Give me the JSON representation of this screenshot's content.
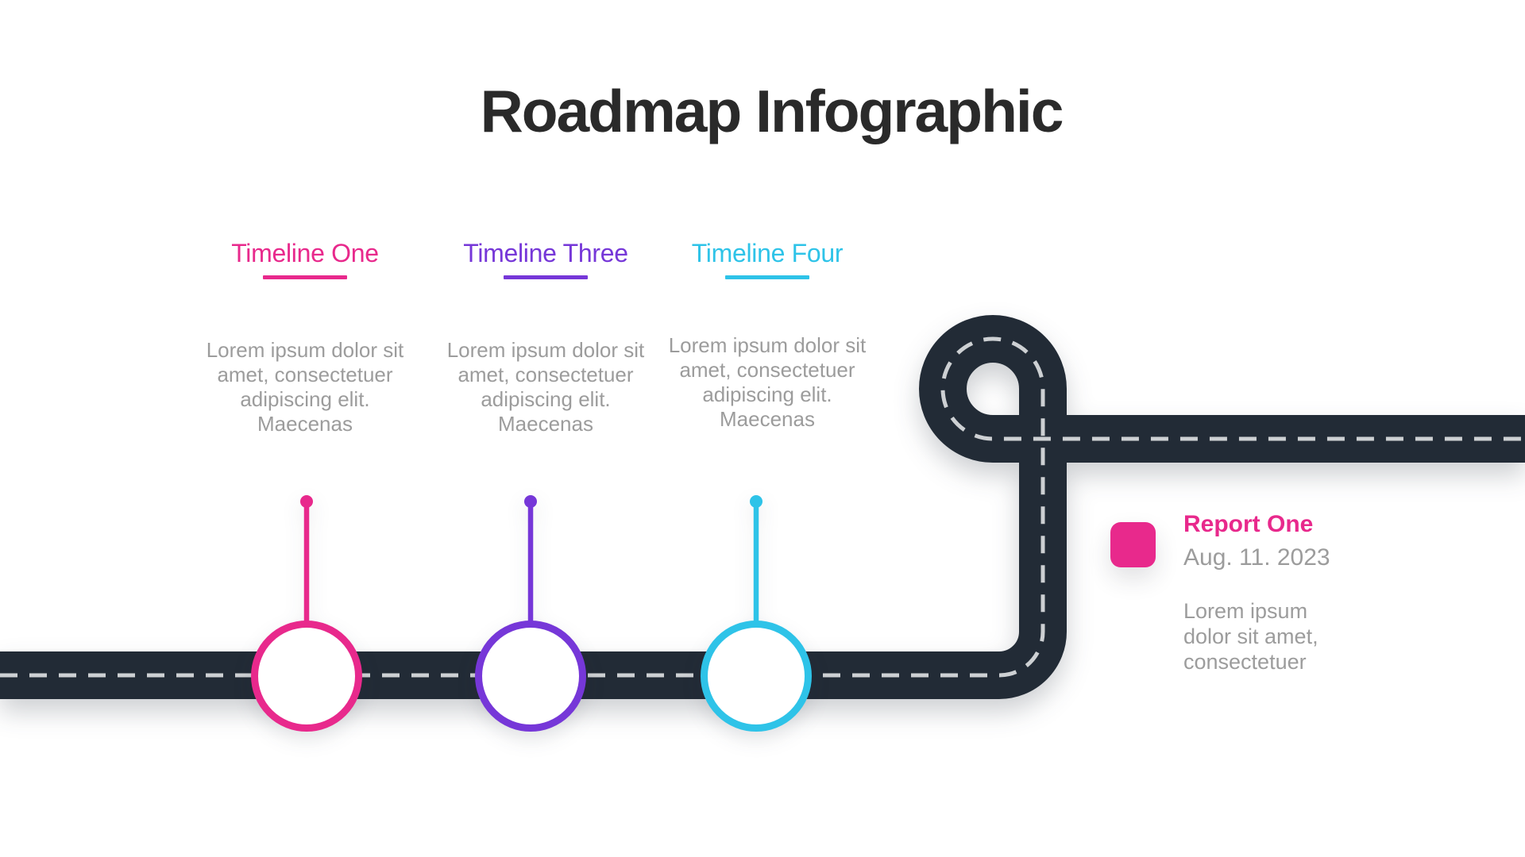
{
  "title": "Roadmap Infographic",
  "theme": {
    "bg": "#ffffff",
    "pink": "#e8298c",
    "purple": "#7637d8",
    "cyan": "#2ec3e8",
    "road": "#222b36",
    "dash": "#cdd0d3",
    "gray": "#9c9c9c",
    "titlecolor": "#2a2a2a"
  },
  "timelines": [
    {
      "title": "Timeline One",
      "color": "#e8298c",
      "description": "Lorem ipsum dolor sit\namet, consectetuer\nadipiscing elit.\nMaecenas"
    },
    {
      "title": "Timeline Three",
      "color": "#7637d8",
      "description": "Lorem ipsum dolor sit\namet, consectetuer\nadipiscing elit.\nMaecenas"
    },
    {
      "title": "Timeline Four",
      "color": "#2ec3e8",
      "description": "Lorem ipsum dolor sit\namet, consectetuer\nadipiscing elit.\nMaecenas"
    }
  ],
  "report": {
    "title": "Report One",
    "date": "Aug. 11. 2023",
    "description": "Lorem ipsum\ndolor sit amet,\nconsectetuer"
  }
}
